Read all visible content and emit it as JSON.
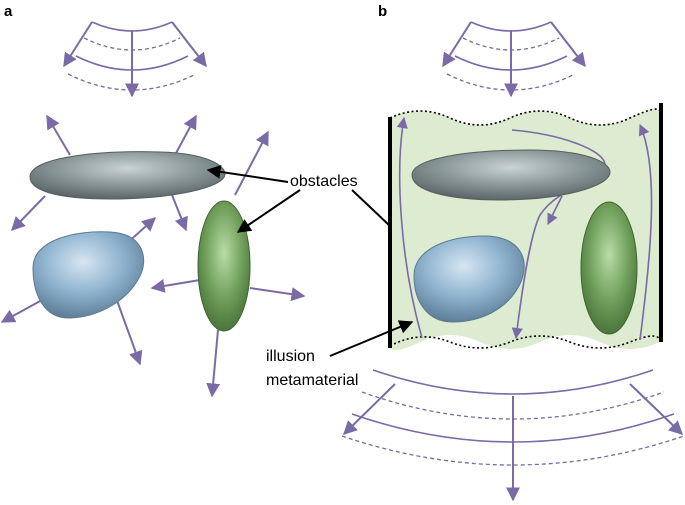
{
  "panels": {
    "a": {
      "label": "a"
    },
    "b": {
      "label": "b"
    }
  },
  "labels": {
    "obstacles": "obstacles",
    "illusion_line1": "illusion",
    "illusion_line2": "metamaterial"
  },
  "colors": {
    "arrow": "#7a6aa6",
    "gray_obstacle": "#8a9799",
    "blue_obstacle": "#8fb3cf",
    "green_obstacle": "#6f9f5a",
    "metamaterial_fill": "#ddebd0"
  }
}
